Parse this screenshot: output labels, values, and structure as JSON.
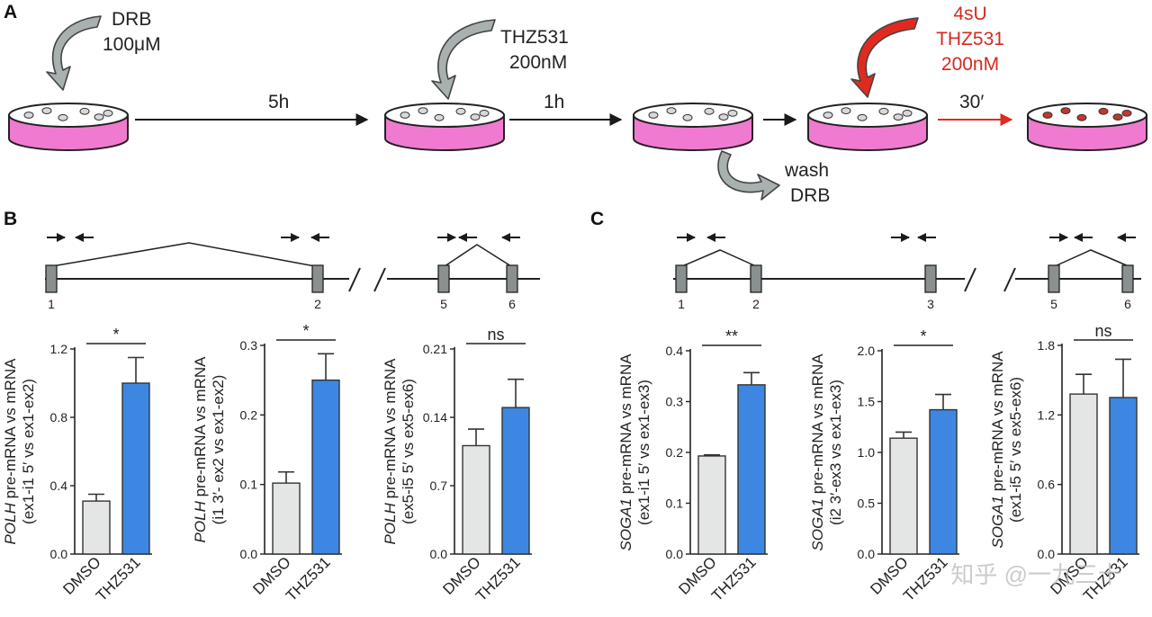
{
  "panels": {
    "a": "A",
    "b": "B",
    "c": "C"
  },
  "workflow": {
    "drb_name": "DRB",
    "drb_dose": "100μM",
    "step1_time": "5h",
    "thz_name": "THZ531",
    "thz_dose": "200nM",
    "step2_time": "1h",
    "wash_line1": "wash",
    "wash_line2": "DRB",
    "label_4su": "4sU",
    "thz2_name": "THZ531",
    "thz2_dose": "200nM",
    "step3_time": "30′",
    "colors": {
      "dish_fill": "#f07ad0",
      "cell_fill": "#d8d8d8",
      "labeled_cell": "#c0392b",
      "red_arrow": "#e02a20"
    }
  },
  "gene_B": {
    "exons_left": [
      "1",
      "2"
    ],
    "exons_right": [
      "5",
      "6"
    ]
  },
  "gene_C": {
    "exons_left": [
      "1",
      "2",
      "3"
    ],
    "exons_right": [
      "5",
      "6"
    ]
  },
  "chart_data": [
    {
      "type": "bar",
      "categories": [
        "DMSO",
        "THZ531"
      ],
      "values": [
        0.31,
        1.0
      ],
      "errors": [
        0.04,
        0.15
      ],
      "ylim": [
        0,
        1.2
      ],
      "yticks": [
        "0.0",
        "0.4",
        "0.8",
        "1.2"
      ],
      "ylabel_gene": "POLH",
      "ylabel_rest": " pre-mRNA vs mRNA",
      "ylabel_line2": "(ex1-i1 5′ vs ex1-ex2)",
      "significance": "*"
    },
    {
      "type": "bar",
      "categories": [
        "DMSO",
        "THZ531"
      ],
      "values": [
        0.102,
        0.25
      ],
      "errors": [
        0.016,
        0.038
      ],
      "ylim": [
        0,
        0.3
      ],
      "yticks": [
        "0.0",
        "0.1",
        "0.2",
        "0.3"
      ],
      "ylabel_gene": "POLH",
      "ylabel_rest": " pre-mRNA vs mRNA",
      "ylabel_line2": "(i1 3′- ex2 vs ex1-ex2)",
      "significance": "*"
    },
    {
      "type": "bar",
      "categories": [
        "DMSO",
        "THZ531"
      ],
      "values": [
        0.111,
        0.15
      ],
      "errors": [
        0.017,
        0.029
      ],
      "ylim": [
        0,
        0.21
      ],
      "yticks": [
        "0.0",
        "0.7",
        "0.14",
        "0.21"
      ],
      "ylabel_gene": "POLH",
      "ylabel_rest": " pre-mRNA vs mRNA",
      "ylabel_line2": "(ex5-i5 5′ vs ex5-ex6)",
      "significance": "ns"
    },
    {
      "type": "bar",
      "categories": [
        "DMSO",
        "THZ531"
      ],
      "values": [
        0.193,
        0.333
      ],
      "errors": [
        0.002,
        0.024
      ],
      "ylim": [
        0,
        0.4
      ],
      "yticks": [
        "0.0",
        "0.1",
        "0.2",
        "0.3",
        "0.4"
      ],
      "ylabel_gene": "SOGA1",
      "ylabel_rest": " pre-mRNA vs mRNA",
      "ylabel_line2": "(ex1-i1 5′ vs ex1-ex3)",
      "significance": "**"
    },
    {
      "type": "bar",
      "categories": [
        "DMSO",
        "THZ531"
      ],
      "values": [
        1.14,
        1.42
      ],
      "errors": [
        0.06,
        0.15
      ],
      "ylim": [
        0,
        2.0
      ],
      "yticks": [
        "0.0",
        "0.5",
        "1.0",
        "1.5",
        "2.0"
      ],
      "ylabel_gene": "SOGA1",
      "ylabel_rest": " pre-mRNA vs mRNA",
      "ylabel_line2": "(i2 3′-ex3 vs ex1-ex3)",
      "significance": "*"
    },
    {
      "type": "bar",
      "categories": [
        "DMSO",
        "THZ531"
      ],
      "values": [
        1.38,
        1.35
      ],
      "errors": [
        0.17,
        0.33
      ],
      "ylim": [
        0,
        1.8
      ],
      "yticks": [
        "0.0",
        "0.6",
        "1.2",
        "1.8"
      ],
      "ylabel_gene": "SOGA1",
      "ylabel_rest": " pre-mRNA vs mRNA",
      "ylabel_line2": "(ex1-i5 5′ vs ex5-ex6)",
      "significance": "ns"
    }
  ],
  "bar_colors": {
    "dmso": "#e4e6e6",
    "thz531": "#3d87e2",
    "outline": "#333333"
  },
  "watermark": "知乎 @一九三十"
}
